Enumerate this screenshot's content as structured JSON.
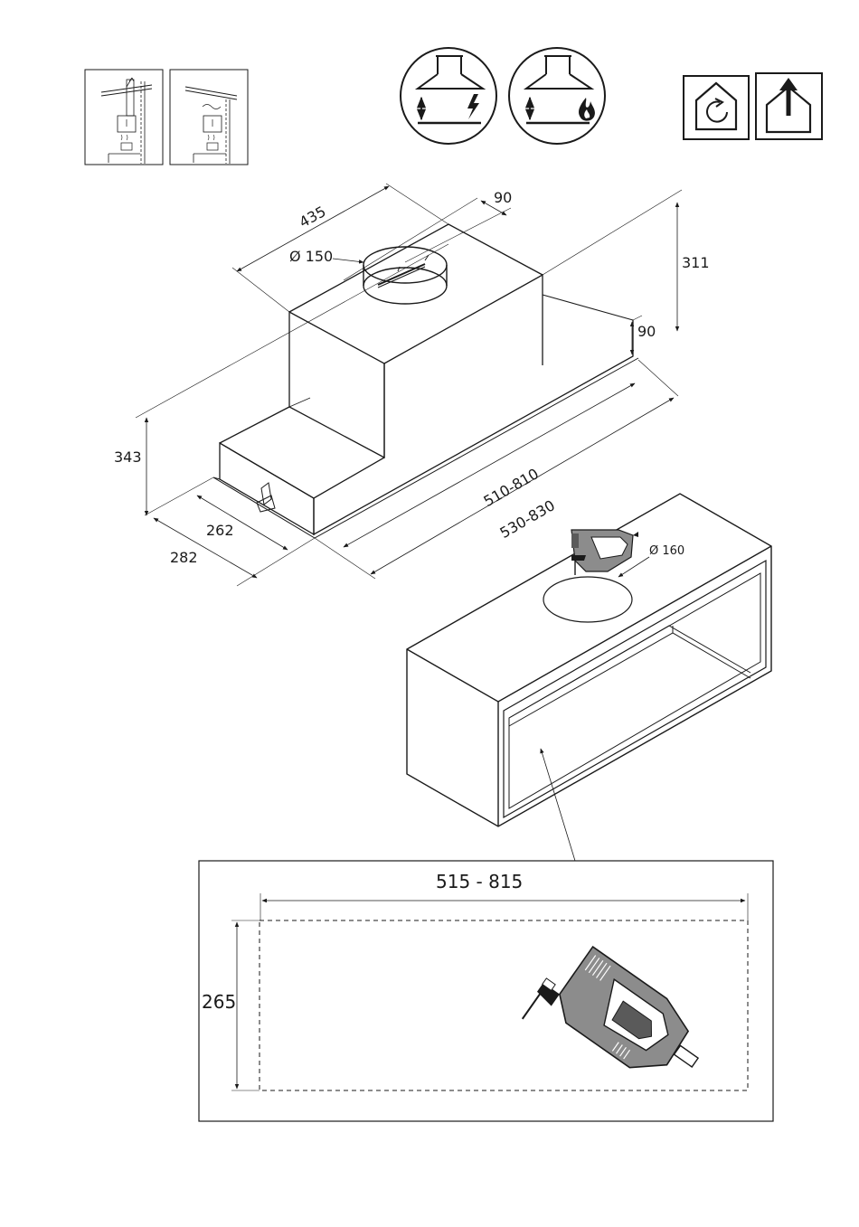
{
  "labels": {
    "depth_top": "435",
    "offset_top": "90",
    "height_total": "311",
    "height_lower": "90",
    "duct_diameter": "Ø 150",
    "height_left": "343",
    "depth_inner": "262",
    "depth_outer": "282",
    "width_inner": "510-810",
    "width_outer": "530-830",
    "cutout_hole": "Ø 160",
    "cutout_width": "515 - 815",
    "cutout_depth": "265"
  },
  "icons": {
    "top_left_1": "ducted-installation-icon",
    "top_left_2": "recirculation-installation-icon",
    "hood_electric": "hood-distance-electric-hob-icon",
    "hood_gas": "hood-distance-gas-hob-icon",
    "recirculation_mode": "house-recirculation-icon",
    "extraction_mode": "house-extraction-icon",
    "jigsaw": "jigsaw-icon"
  },
  "colors": {
    "line": "#1a1a1a",
    "tool_fill": "#8c8c8c",
    "tool_dark": "#5a5a5a"
  }
}
